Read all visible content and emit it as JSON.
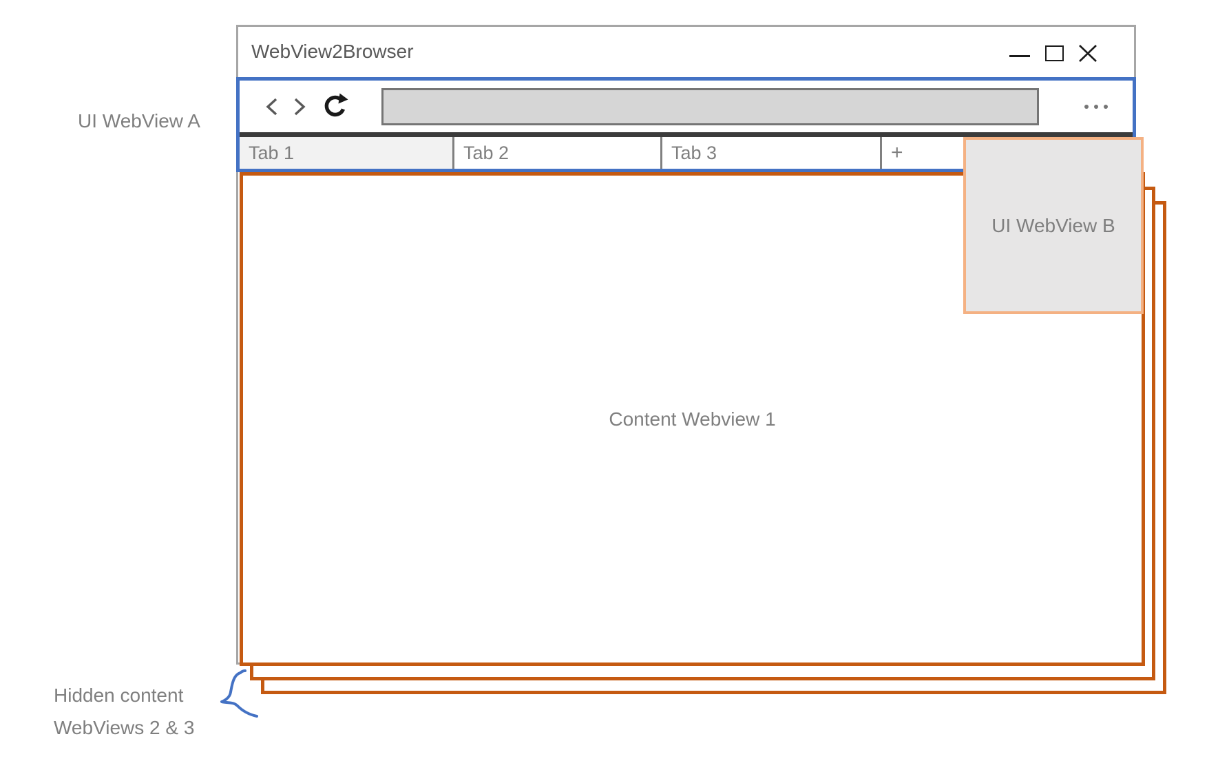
{
  "window": {
    "title": "WebView2Browser"
  },
  "tabs": [
    {
      "label": "Tab 1",
      "active": true
    },
    {
      "label": "Tab 2",
      "active": false
    },
    {
      "label": "Tab 3",
      "active": false
    },
    {
      "label": "+",
      "active": false
    }
  ],
  "address_bar": {
    "value": "",
    "placeholder": ""
  },
  "annotations": {
    "ui_webview_a": "UI WebView A",
    "ui_webview_b": "UI WebView B",
    "content_webview_1": "Content Webview 1",
    "hidden_content_line1": "Hidden content",
    "hidden_content_line2": "WebViews 2 & 3"
  },
  "colors": {
    "accent_blue": "#4472C4",
    "accent_orange": "#C55A11",
    "accent_peach": "#F4B183",
    "window_frame_gray": "#A6A6A6",
    "panel_fill_gray": "#E7E6E6",
    "tab_strip_dark": "#3B3B3B",
    "tab_active_fill": "#F2F2F2",
    "address_bar_fill": "#D6D6D6",
    "address_bar_border": "#757575",
    "divider_gray": "#808080",
    "label_text_gray": "#7F7F7F",
    "title_text_gray": "#595959",
    "icon_black": "#1A1A1A",
    "brace_blue": "#4472C4"
  }
}
